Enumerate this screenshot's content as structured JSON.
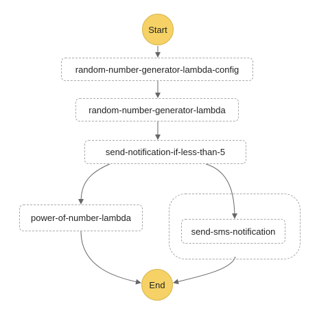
{
  "colors": {
    "terminal_fill": "#f6d266",
    "terminal_border": "#d9b54a",
    "node_border": "#a8a8a8",
    "edge": "#666666"
  },
  "start": {
    "label": "Start"
  },
  "end": {
    "label": "End"
  },
  "states": [
    {
      "id": "s1",
      "label": "random-number-generator-lambda-config"
    },
    {
      "id": "s2",
      "label": "random-number-generator-lambda"
    },
    {
      "id": "s3",
      "label": "send-notification-if-less-than-5"
    },
    {
      "id": "s4",
      "label": "power-of-number-lambda"
    },
    {
      "id": "s5",
      "label": "send-sms-notification"
    }
  ]
}
